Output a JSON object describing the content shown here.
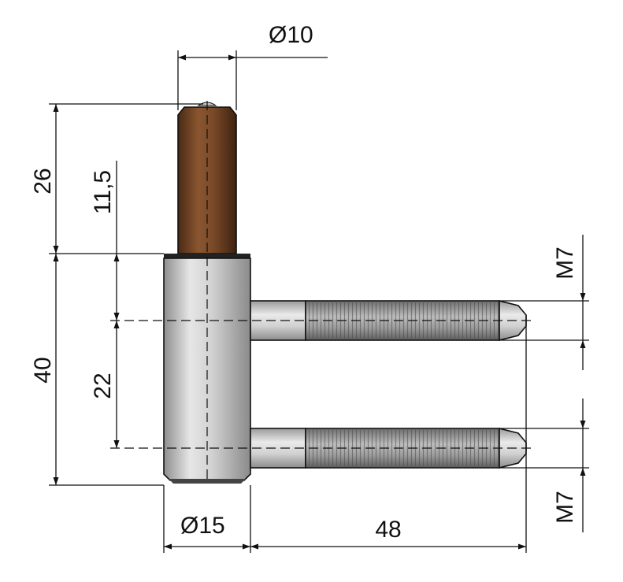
{
  "dimensions": {
    "pin_diameter": "Ø10",
    "pin_height": "26",
    "offset_height": "11,5",
    "body_height": "40",
    "screw_spacing": "22",
    "body_diameter": "Ø15",
    "screw_length": "48",
    "thread_top": "M7",
    "thread_bottom": "M7"
  },
  "colors": {
    "pin": "#7a4a28",
    "body": "#c8c8c8",
    "screw_shank": "#cfcfcf",
    "thread": "#8a8a8a"
  }
}
